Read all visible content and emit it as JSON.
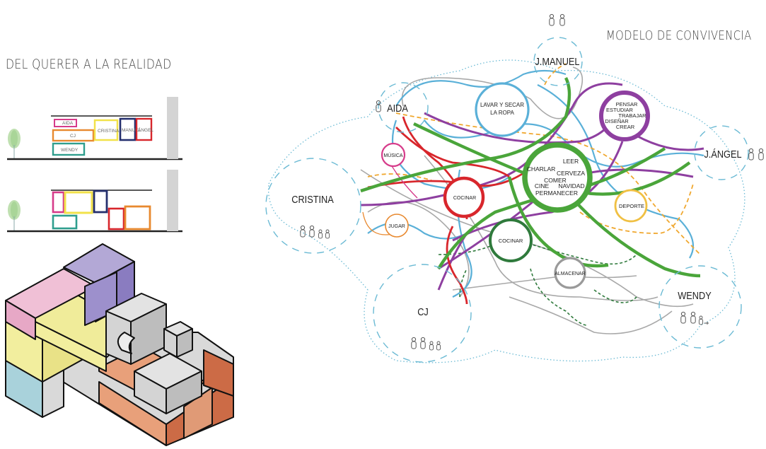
{
  "titles": {
    "left": "DEL QUERER A LA REALIDAD",
    "right": "MODELO DE CONVIVENCIA"
  },
  "sections": {
    "top": {
      "rooms": [
        "AIDA",
        "CJ",
        "CRISTINA",
        "MANUEL",
        "ÁNGEL",
        "WENDY"
      ]
    }
  },
  "people": {
    "jmanuel": "J.MANUEL",
    "aida": "AIDA",
    "jangel": "J.ÁNGEL",
    "cristina": "CRISTINA",
    "cj": "CJ",
    "wendy": "WENDY"
  },
  "activities": {
    "lavar": [
      "LAVAR Y SECAR",
      "LA ROPA"
    ],
    "pensar": [
      "PENSAR",
      "ESTUDIAR",
      "TRABAJAR",
      "DISEÑAR",
      "CREAR"
    ],
    "musica": "MÚSICA",
    "cocinar1": "COCINAR",
    "cocinar2": "COCINAR",
    "central": [
      "LEER",
      "CHARLAR",
      "CERVEZA",
      "COMER",
      "CINE",
      "NAVIDAD",
      "PERMANECER"
    ],
    "deporte": "DEPORTE",
    "jugar": "JUGAR",
    "almacenar": "ALMACENAR"
  },
  "colors": {
    "green": "#4aa53a",
    "purple": "#8e3fa0",
    "red": "#d8262c",
    "blue": "#5ab0d8",
    "orange": "#f0a830",
    "darkgreen": "#2f7a3c",
    "gray": "#9a9a9a",
    "pink": "#d63b8a"
  }
}
